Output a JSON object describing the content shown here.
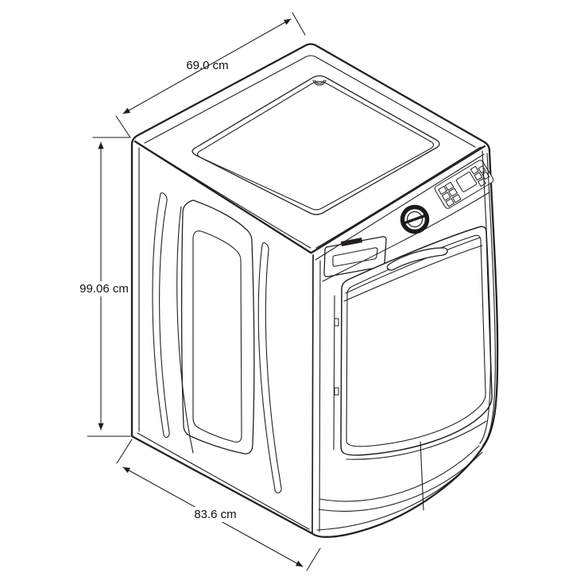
{
  "diagram": {
    "kind": "appliance-dimension-line-drawing",
    "colors": {
      "line": "#231f20",
      "dimension_line": "#1a1a1a",
      "background": "#ffffff"
    },
    "labels": {
      "width": "69.0 cm",
      "height": "99.06 cm",
      "depth": "83.6 cm"
    }
  }
}
